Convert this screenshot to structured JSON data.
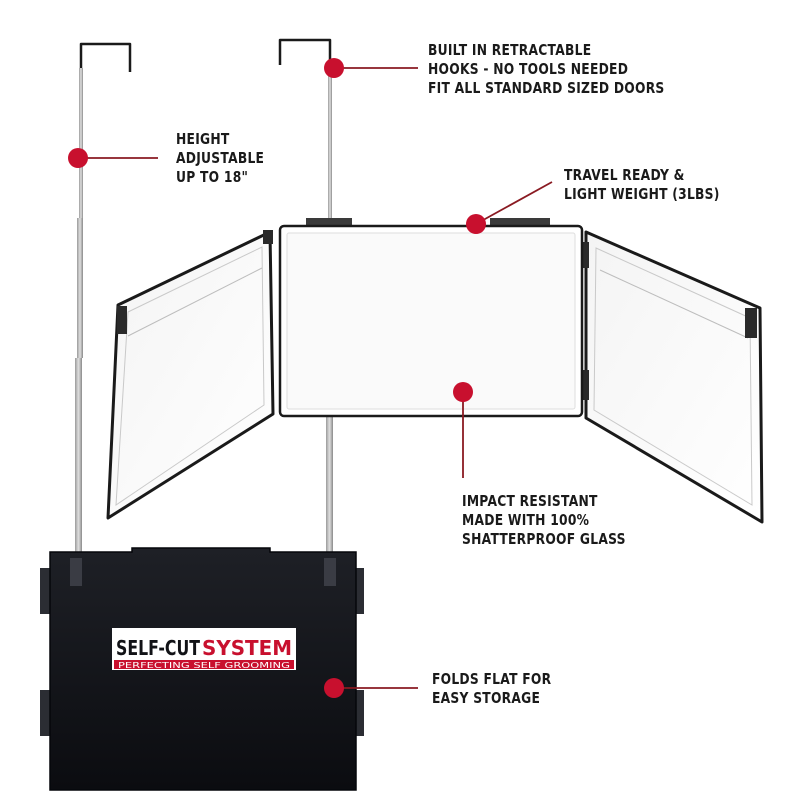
{
  "brand": {
    "logo_word1": "SELF-CUT",
    "logo_word2": "SYSTEM",
    "tagline": "PERFECTING SELF GROOMING",
    "color_red": "#c8102e",
    "color_case": "#111216"
  },
  "callouts": {
    "hooks": [
      "BUILT IN RETRACTABLE",
      "HOOKS - NO TOOLS NEEDED",
      "FIT ALL STANDARD SIZED DOORS"
    ],
    "height": [
      "HEIGHT",
      "ADJUSTABLE",
      "UP TO 18\""
    ],
    "travel": [
      "TRAVEL READY &",
      "LIGHT WEIGHT (3LBS)"
    ],
    "glass": [
      "IMPACT RESISTANT",
      "MADE WITH 100%",
      "SHATTERPROOF GLASS"
    ],
    "folds": [
      "FOLDS FLAT FOR",
      "EASY STORAGE"
    ]
  },
  "marker_color": "#c8102e",
  "leader_color": "#8a1a22"
}
